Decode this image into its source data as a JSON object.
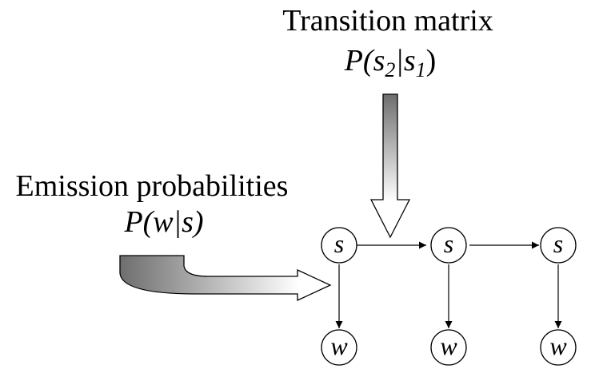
{
  "transition": {
    "caption": "Transition matrix",
    "formula_p": "P(s",
    "formula_sub1": "2",
    "formula_bar": "|s",
    "formula_sub2": "1",
    "formula_close": ")"
  },
  "emission": {
    "caption": "Emission probabilities",
    "formula": "P(w|s)"
  },
  "nodes": {
    "state_label": "s",
    "word_label": "w"
  },
  "colors": {
    "arrow_gradient_dark": "#6e6e6e",
    "arrow_gradient_light": "#ffffff",
    "stroke": "#000000"
  }
}
